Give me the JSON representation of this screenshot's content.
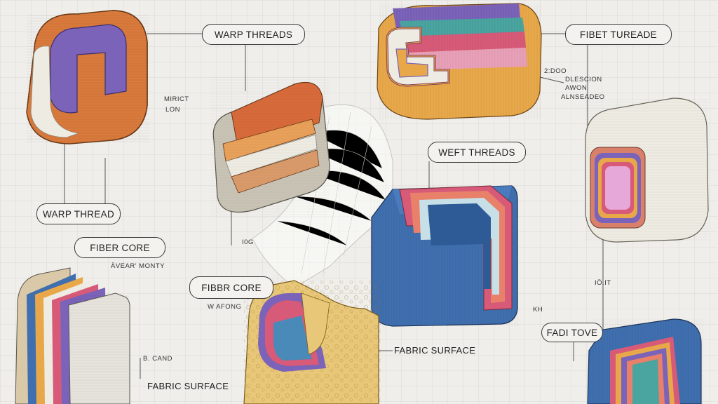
{
  "labels": {
    "warp_threads": "WARP THREADS",
    "fibet_tureade": "FIBET TUREADE",
    "weft_threads": "WEFT THREADS",
    "warp_thread": "WARP THREAD",
    "fiber_core": "FIBER CORE",
    "fibbr_core": "FIBBR CORE",
    "fabric_surface_center": "FABRIC SURFACE",
    "fabric_surface_left": "FABRIC SURFACE",
    "fadi_tove": "FADI TOVE"
  },
  "notes": {
    "mirict": "MIRICT",
    "lon": "LON",
    "num_2000": "2:DOO",
    "dlescion": "DLESCION",
    "awon": "AWON",
    "alnseadeo": "ALNSEADEO",
    "i0g": "I0G",
    "avear_monty": "ÄVEAR' MONTY",
    "w_afong": "W AFONG",
    "b_cand": "B. CAND",
    "idit": "IÖ.IT",
    "kh": "KH"
  },
  "colors": {
    "orange": "#d97a3c",
    "purple": "#7a63b8",
    "blue": "#3f6fae",
    "pink": "#d75a78",
    "yellow": "#e8c878",
    "cream": "#eeebe2",
    "teal": "#4aa4a0",
    "background": "#efeeea",
    "grid": "#d9d8d3"
  }
}
